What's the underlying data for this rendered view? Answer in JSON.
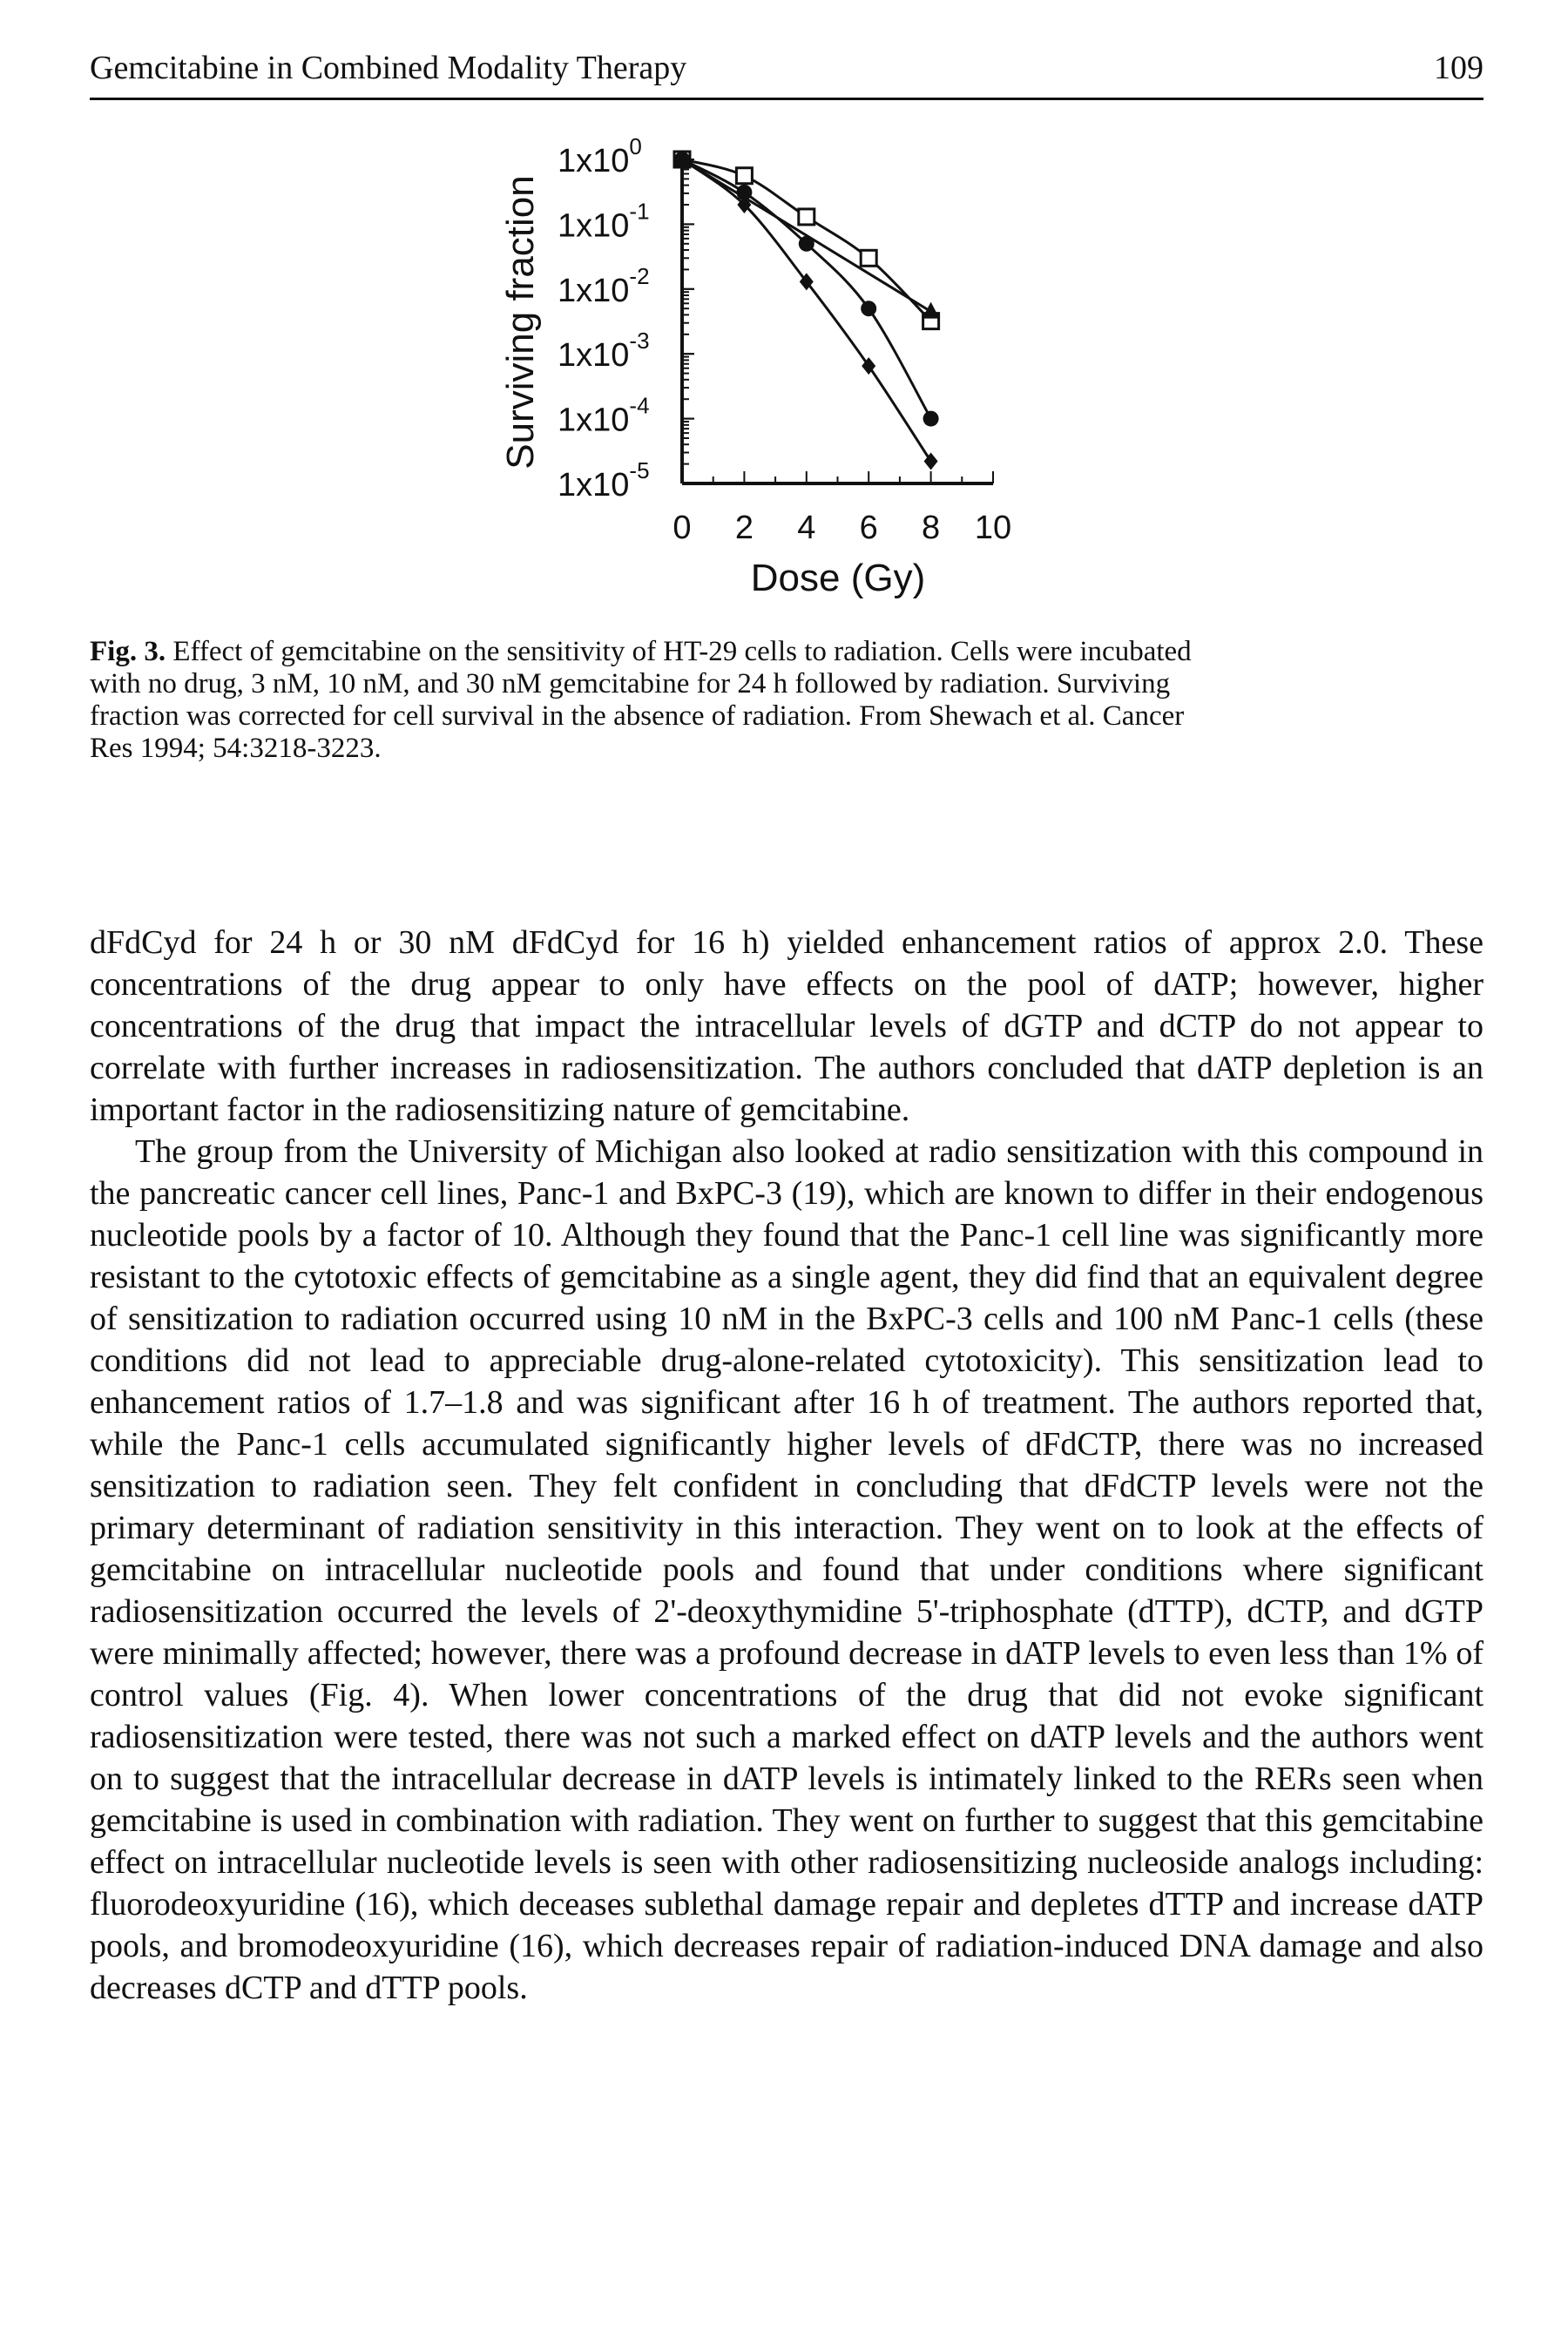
{
  "header": {
    "running_title": "Gemcitabine in Combined Modality Therapy",
    "page_number": "109"
  },
  "chart_data": {
    "type": "line",
    "title": "",
    "xlabel": "Dose (Gy)",
    "ylabel": "Surviving fraction",
    "x_ticks": [
      "0",
      "2",
      "4",
      "6",
      "8",
      "10"
    ],
    "y_ticks": [
      {
        "base": "1x10",
        "exp": "0"
      },
      {
        "base": "1x10",
        "exp": "-1"
      },
      {
        "base": "1x10",
        "exp": "-2"
      },
      {
        "base": "1x10",
        "exp": "-3"
      },
      {
        "base": "1x10",
        "exp": "-4"
      },
      {
        "base": "1x10",
        "exp": "-5"
      }
    ],
    "xlim": [
      0,
      10
    ],
    "ylim": [
      1e-05,
      1
    ],
    "y_scale": "log",
    "grid": false,
    "series": [
      {
        "marker": "square-open",
        "x": [
          0,
          2,
          4,
          6,
          8
        ],
        "y": [
          1,
          0.56,
          0.13,
          0.03,
          0.0032
        ]
      },
      {
        "marker": "triangle-filled",
        "x": [
          0,
          8
        ],
        "y": [
          1,
          0.0045
        ]
      },
      {
        "marker": "circle-filled",
        "x": [
          0,
          2,
          4,
          6,
          8
        ],
        "y": [
          1,
          0.31,
          0.05,
          0.005,
          0.0001
        ]
      },
      {
        "marker": "diamond-filled",
        "x": [
          0,
          2,
          4,
          6,
          8
        ],
        "y": [
          1,
          0.2,
          0.013,
          0.00065,
          2.2e-05
        ]
      }
    ]
  },
  "caption": {
    "label": "Fig. 3.",
    "lines": [
      "Effect of gemcitabine on the sensitivity of HT-29 cells to radiation. Cells were incubated",
      "with no drug, 3 nM, 10 nM, and 30 nM gemcitabine for 24 h followed by radiation. Surviving",
      "fraction was corrected for cell survival in the absence of radiation. From Shewach et al. Cancer",
      "Res 1994; 54:3218-3223."
    ]
  },
  "body": {
    "paragraphs": [
      "dFdCyd for 24 h or 30 nM dFdCyd for 16 h) yielded enhancement ratios of approx 2.0. These concentrations of the drug appear to only have effects on the pool of dATP; however, higher concentrations of the drug that impact the intracellular levels of dGTP and dCTP do not appear to correlate with further increases in radiosensitization. The authors concluded that dATP depletion is an important factor in the radiosensitizing nature of gemcitabine.",
      "The group from the University of Michigan also looked at radio sensitization with this compound in the pancreatic cancer cell lines, Panc-1 and BxPC-3 (19), which are known to differ in their endogenous nucleotide pools by a factor of 10. Although they found that the Panc-1 cell line was significantly more resistant to the cytotoxic effects of gemcitabine as a single agent, they did find that an equivalent degree of sensitization to radiation occurred using 10 nM in the BxPC-3 cells and 100 nM Panc-1 cells (these conditions did not lead to appreciable drug-alone-related cytotoxicity). This sensitization lead to enhancement ratios of 1.7–1.8 and was significant after 16 h of treatment. The authors reported that, while the Panc-1 cells accumulated significantly higher levels of dFdCTP, there was no increased sensitization to radiation seen. They felt confident in concluding that dFdCTP levels were not the primary determinant of radiation sensitivity in this interaction. They went on to look at the effects of gemcitabine on intracellular nucleotide pools and found that under conditions where significant radiosensitization occurred the levels of 2'-deoxythymidine 5'-triphosphate (dTTP), dCTP, and dGTP were minimally affected; however, there was a profound decrease in dATP levels to even less than 1% of control values (Fig. 4). When lower concentrations of the drug that did not evoke significant radiosensitization were tested, there was not such a marked effect on dATP levels and the authors went on to suggest that the intracellular decrease in dATP levels is intimately linked to the RERs seen when gemcitabine is used in combination with radiation. They went on further to suggest that this gemcitabine effect on intracellular nucleotide levels is seen with other radiosensitizing nucleoside analogs including: fluorodeoxyuridine (16), which deceases sublethal damage repair and depletes dTTP and increase dATP pools, and bromodeoxyuridine (16), which decreases repair of radiation-induced DNA damage and also decreases dCTP and dTTP pools."
    ]
  }
}
